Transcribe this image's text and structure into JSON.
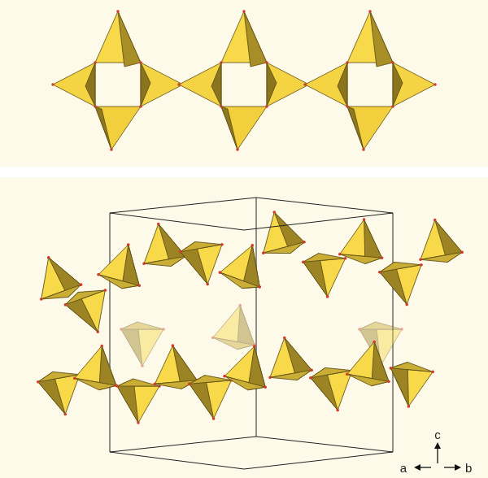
{
  "diagram": {
    "labels": [
      "c",
      "a",
      "b"
    ]
  }
}
